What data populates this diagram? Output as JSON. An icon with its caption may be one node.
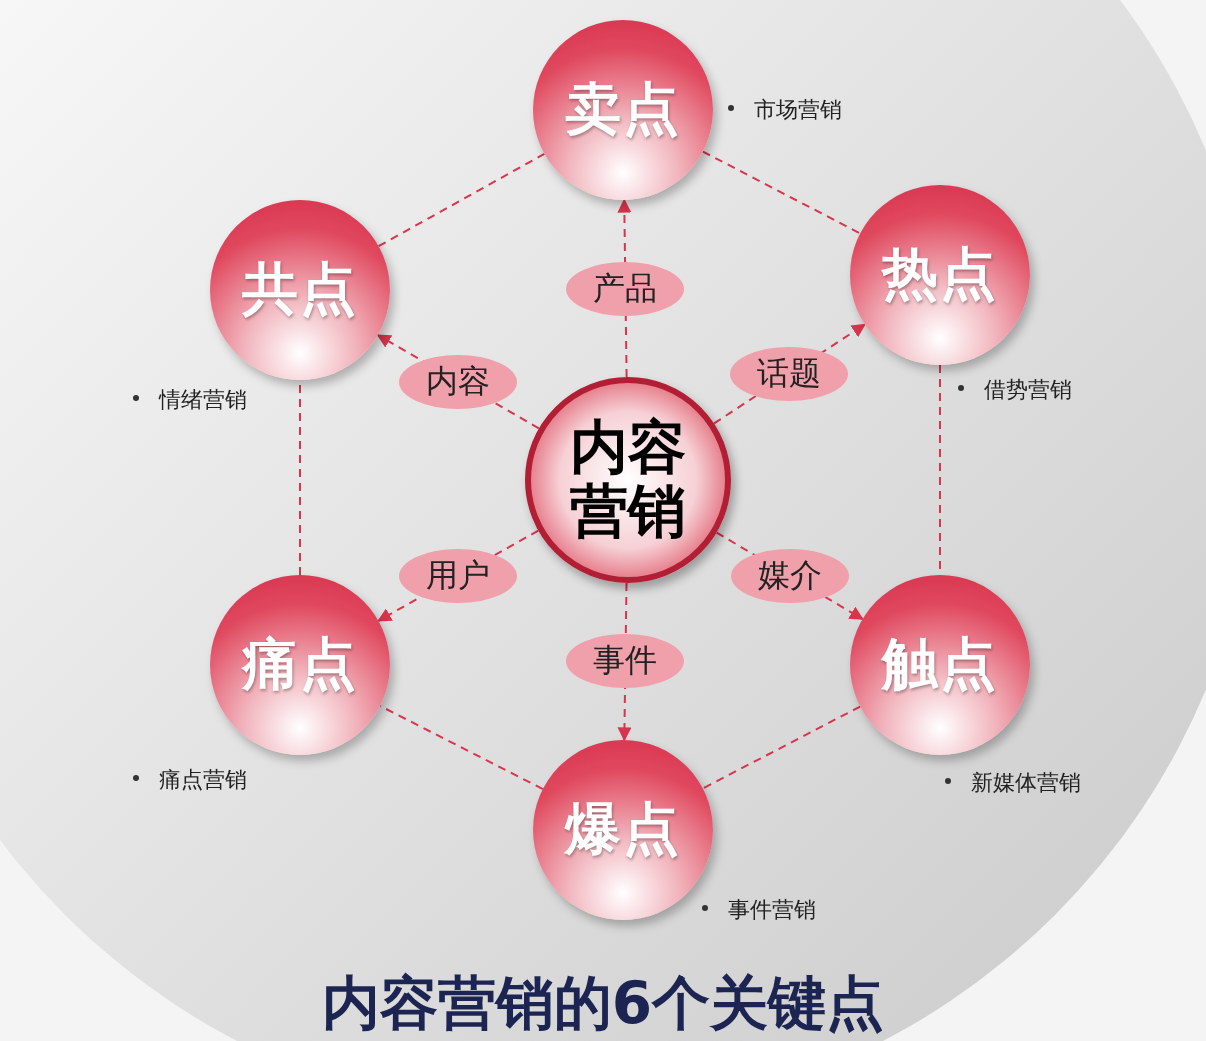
{
  "diagram": {
    "title": "内容营销的6个关键点",
    "nodes": [
      {
        "text": [
          "卖点"
        ],
        "beside": [
          "市场营销"
        ]
      },
      {
        "text": [
          "共点"
        ],
        "beside": [
          "情绪营销"
        ]
      },
      {
        "text": [
          "热点"
        ],
        "beside": [
          "借势营销"
        ]
      },
      {
        "text": [
          "内容营销"
        ]
      },
      {
        "text": [
          "痛点"
        ],
        "beside": [
          "痛点营销"
        ]
      },
      {
        "text": [
          "触点"
        ],
        "beside": [
          "新媒体营销"
        ]
      },
      {
        "text": [
          "爆点"
        ],
        "beside": [
          "事件营销"
        ]
      }
    ],
    "edges": [
      {
        "from": 3,
        "to": 0,
        "arrow": "to",
        "label": "产品",
        "style": "dashed"
      },
      {
        "from": 3,
        "to": 2,
        "arrow": "to",
        "label": "话题",
        "style": "dashed"
      },
      {
        "from": 3,
        "to": 5,
        "arrow": "to",
        "label": "媒介",
        "style": "dashed"
      },
      {
        "from": 3,
        "to": 6,
        "arrow": "to",
        "label": "事件",
        "style": "dashed"
      },
      {
        "from": 3,
        "to": 4,
        "arrow": "to",
        "label": "用户",
        "style": "dashed"
      },
      {
        "from": 3,
        "to": 1,
        "arrow": "to",
        "label": "内容",
        "style": "dashed"
      },
      {
        "from": 0,
        "to": 2,
        "arrow": "none",
        "style": "dashed"
      },
      {
        "from": 2,
        "to": 5,
        "arrow": "none",
        "style": "dashed"
      },
      {
        "from": 5,
        "to": 6,
        "arrow": "none",
        "style": "dashed"
      },
      {
        "from": 6,
        "to": 4,
        "arrow": "none",
        "style": "dashed"
      },
      {
        "from": 4,
        "to": 1,
        "arrow": "none",
        "style": "dashed"
      },
      {
        "from": 1,
        "to": 0,
        "arrow": "none",
        "style": "dashed"
      }
    ]
  }
}
